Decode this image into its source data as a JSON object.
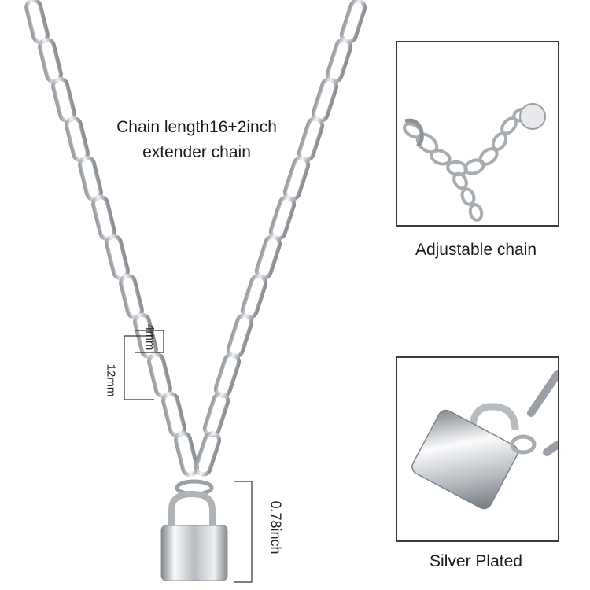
{
  "product": {
    "chain_length_line1": "Chain length16+2inch",
    "chain_length_line2": "extender chain"
  },
  "dimensions": {
    "link_width": "4mm",
    "link_length": "12mm",
    "pendant_height": "0.78inch"
  },
  "panels": {
    "top_caption": "Adjustable chain",
    "bottom_caption": "Silver Plated"
  },
  "colors": {
    "silver": "#c9ccd0",
    "silver_dark": "#8d9298",
    "border": "#3a3a3a"
  }
}
